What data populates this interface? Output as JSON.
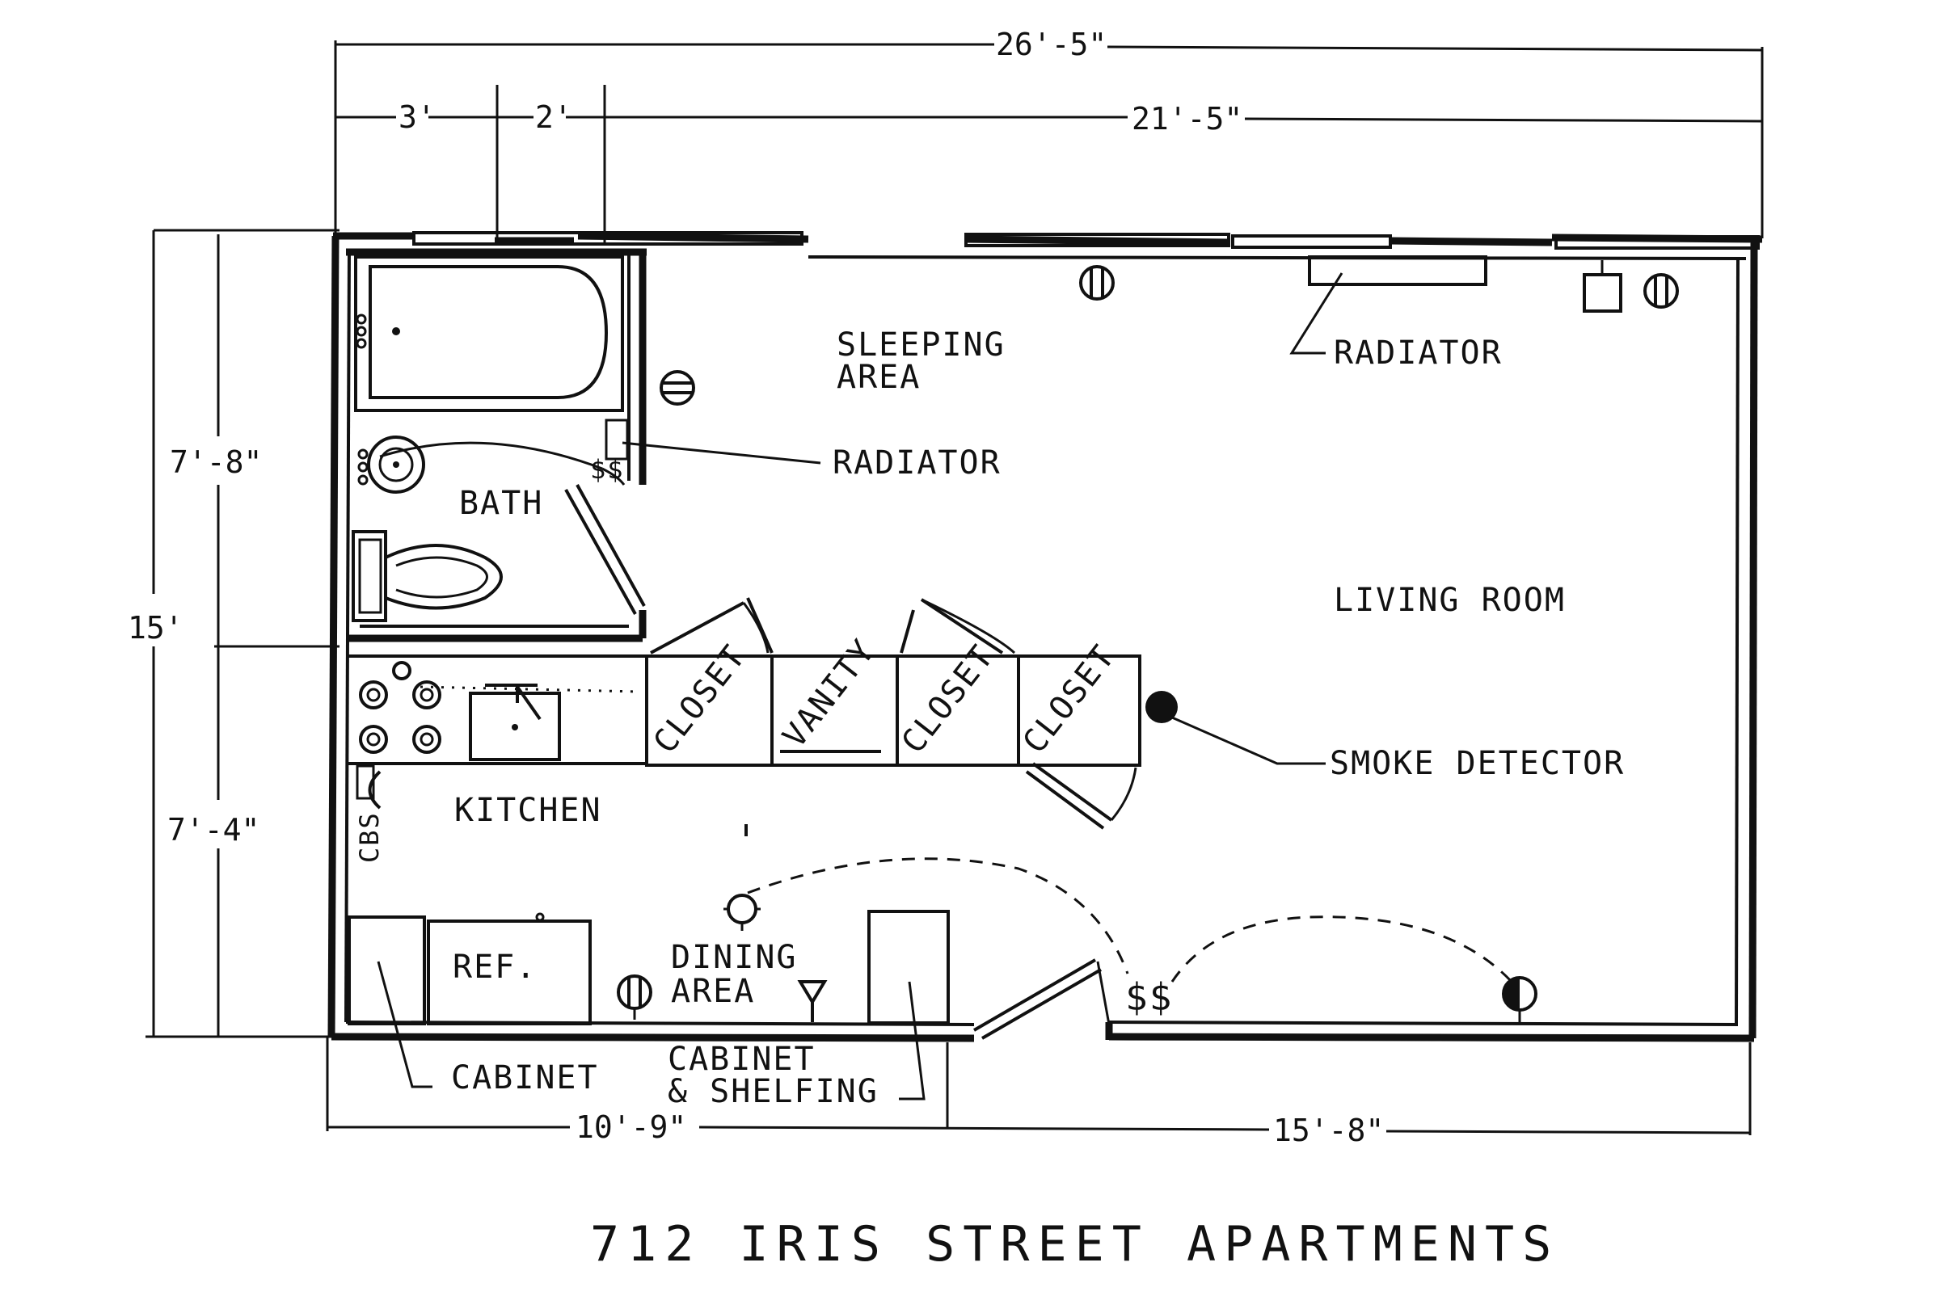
{
  "title": "712 IRIS STREET APARTMENTS",
  "rooms": {
    "sleeping_line1": "SLEEPING",
    "sleeping_line2": "AREA",
    "bath": "BATH",
    "living": "LIVING ROOM",
    "kitchen": "KITCHEN",
    "dining_line1": "DINING",
    "dining_line2": "AREA"
  },
  "fixtures": {
    "closet": "CLOSET",
    "vanity": "VANITY",
    "ref": "REF.",
    "cbs": "CBS"
  },
  "callouts": {
    "radiator_top": "RADIATOR",
    "radiator_bath": "RADIATOR",
    "smoke_detector": "SMOKE DETECTOR",
    "cabinet": "CABINET",
    "cabinet_shelving_line1": "CABINET",
    "cabinet_shelving_line2": "& SHELFING"
  },
  "dimensions": {
    "overall_width": "26'-5\"",
    "seg_3": "3'",
    "seg_2": "2'",
    "seg_21": "21'-5\"",
    "height_total": "15'",
    "height_upper": "7'-8\"",
    "height_lower": "7'-4\"",
    "bottom_left": "10'-9\"",
    "bottom_right": "15'-8\""
  },
  "symbols": {
    "switch": "$",
    "double_switch": "$$"
  }
}
